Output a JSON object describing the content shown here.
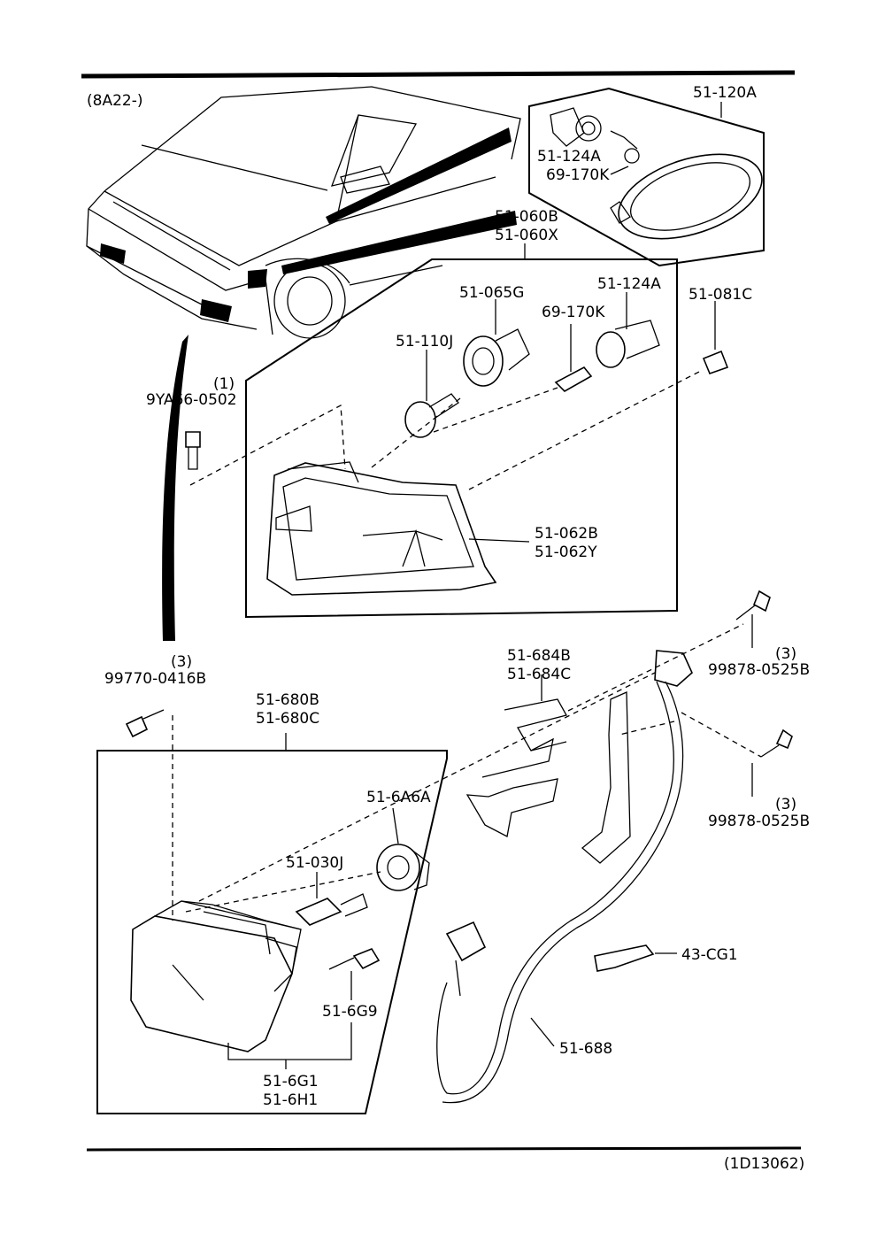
{
  "header": {
    "model_code": "(8A22-)"
  },
  "footer": {
    "diagram_code": "(1D13062)"
  },
  "labels": {
    "side_lamp": "51-120A",
    "side_socket": "51-124A",
    "side_bulb": "69-170K",
    "front_combo_assy_1": "51-060B",
    "front_combo_assy_2": "51-060X",
    "socket_065": "51-065G",
    "socket_124": "51-124A",
    "bulb_170": "69-170K",
    "clip_081": "51-081C",
    "bulb_110": "51-110J",
    "bolt_qty": "(1)",
    "bolt": "9YA66-0502",
    "lens_1": "51-062B",
    "lens_2": "51-062Y",
    "bracket_1": "51-684B",
    "bracket_2": "51-684C",
    "screw_top_qty": "(3)",
    "screw_top": "99878-0525B",
    "screw_left_qty": "(3)",
    "screw_left": "99770-0416B",
    "fog_assy_1": "51-680B",
    "fog_assy_2": "51-680C",
    "screw_mid_qty": "(3)",
    "screw_mid": "99878-0525B",
    "fog_socket": "51-6A6A",
    "fog_bulb": "51-030J",
    "tie": "43-CG1",
    "adjust_screw": "51-6G9",
    "harness": "51-688",
    "fog_lens_1": "51-6G1",
    "fog_lens_2": "51-6H1"
  }
}
